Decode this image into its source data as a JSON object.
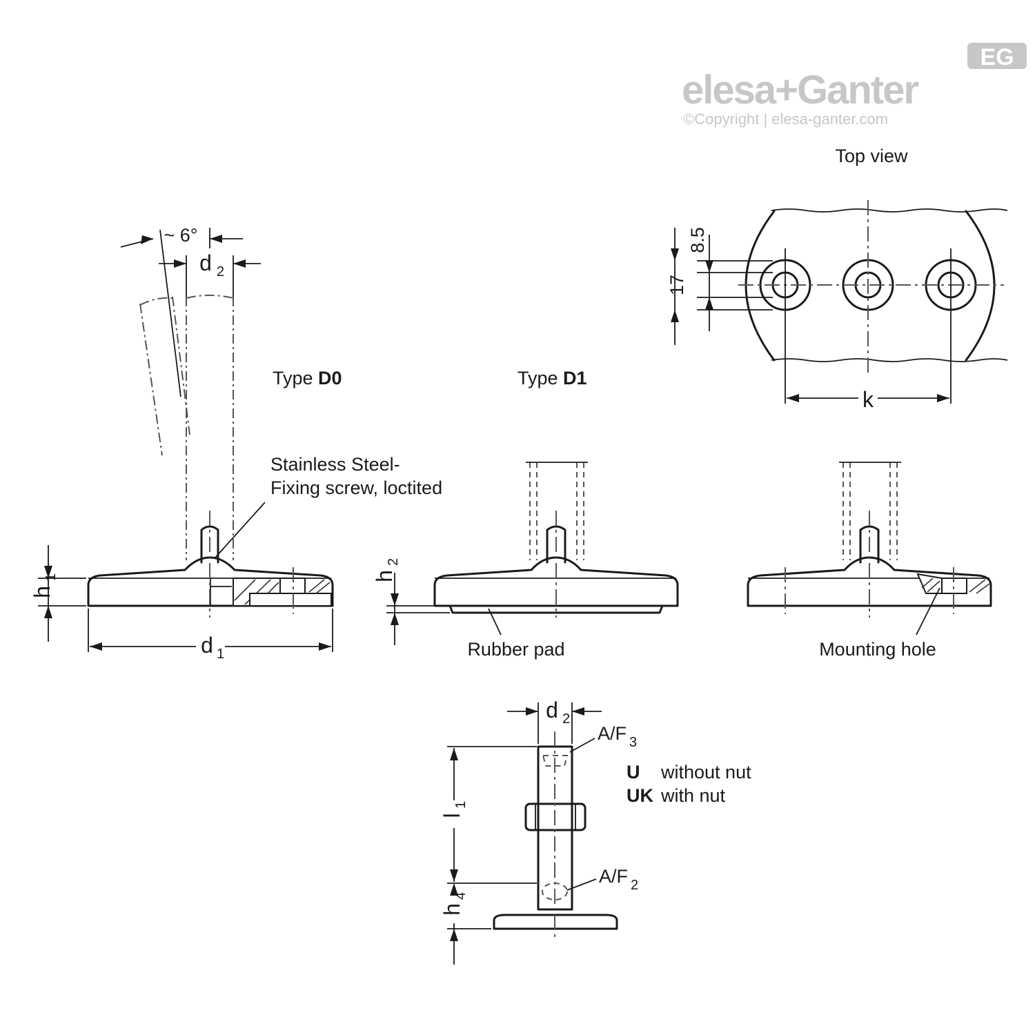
{
  "brand": {
    "logo_text": "elesa+Ganter",
    "badge": "EG",
    "copyright": "©Copyright | elesa-ganter.com"
  },
  "views": {
    "top_view_title": "Top view",
    "type_d0_prefix": "Type ",
    "type_d0_code": "D0",
    "type_d1_prefix": "Type ",
    "type_d1_code": "D1"
  },
  "callouts": {
    "fixing_screw_line1": "Stainless Steel-",
    "fixing_screw_line2": "Fixing screw, loctited",
    "rubber_pad": "Rubber pad",
    "mounting_hole": "Mounting hole",
    "af3": "A/F",
    "af3_sub": "3",
    "af2": "A/F",
    "af2_sub": "2"
  },
  "dimensions": {
    "angle": "~ 6°",
    "d2": "d",
    "d2_sub": "2",
    "d1": "d",
    "d1_sub": "1",
    "h1": "h",
    "h1_sub": "1",
    "h2": "h",
    "h2_sub": "2",
    "h4": "h",
    "h4_sub": "4",
    "l1": "l",
    "l1_sub": "1",
    "k": "k",
    "top_8_5": "8.5",
    "top_17": "17"
  },
  "legend": {
    "u_code": "U",
    "u_text": "without nut",
    "uk_code": "UK",
    "uk_text": "with nut"
  }
}
